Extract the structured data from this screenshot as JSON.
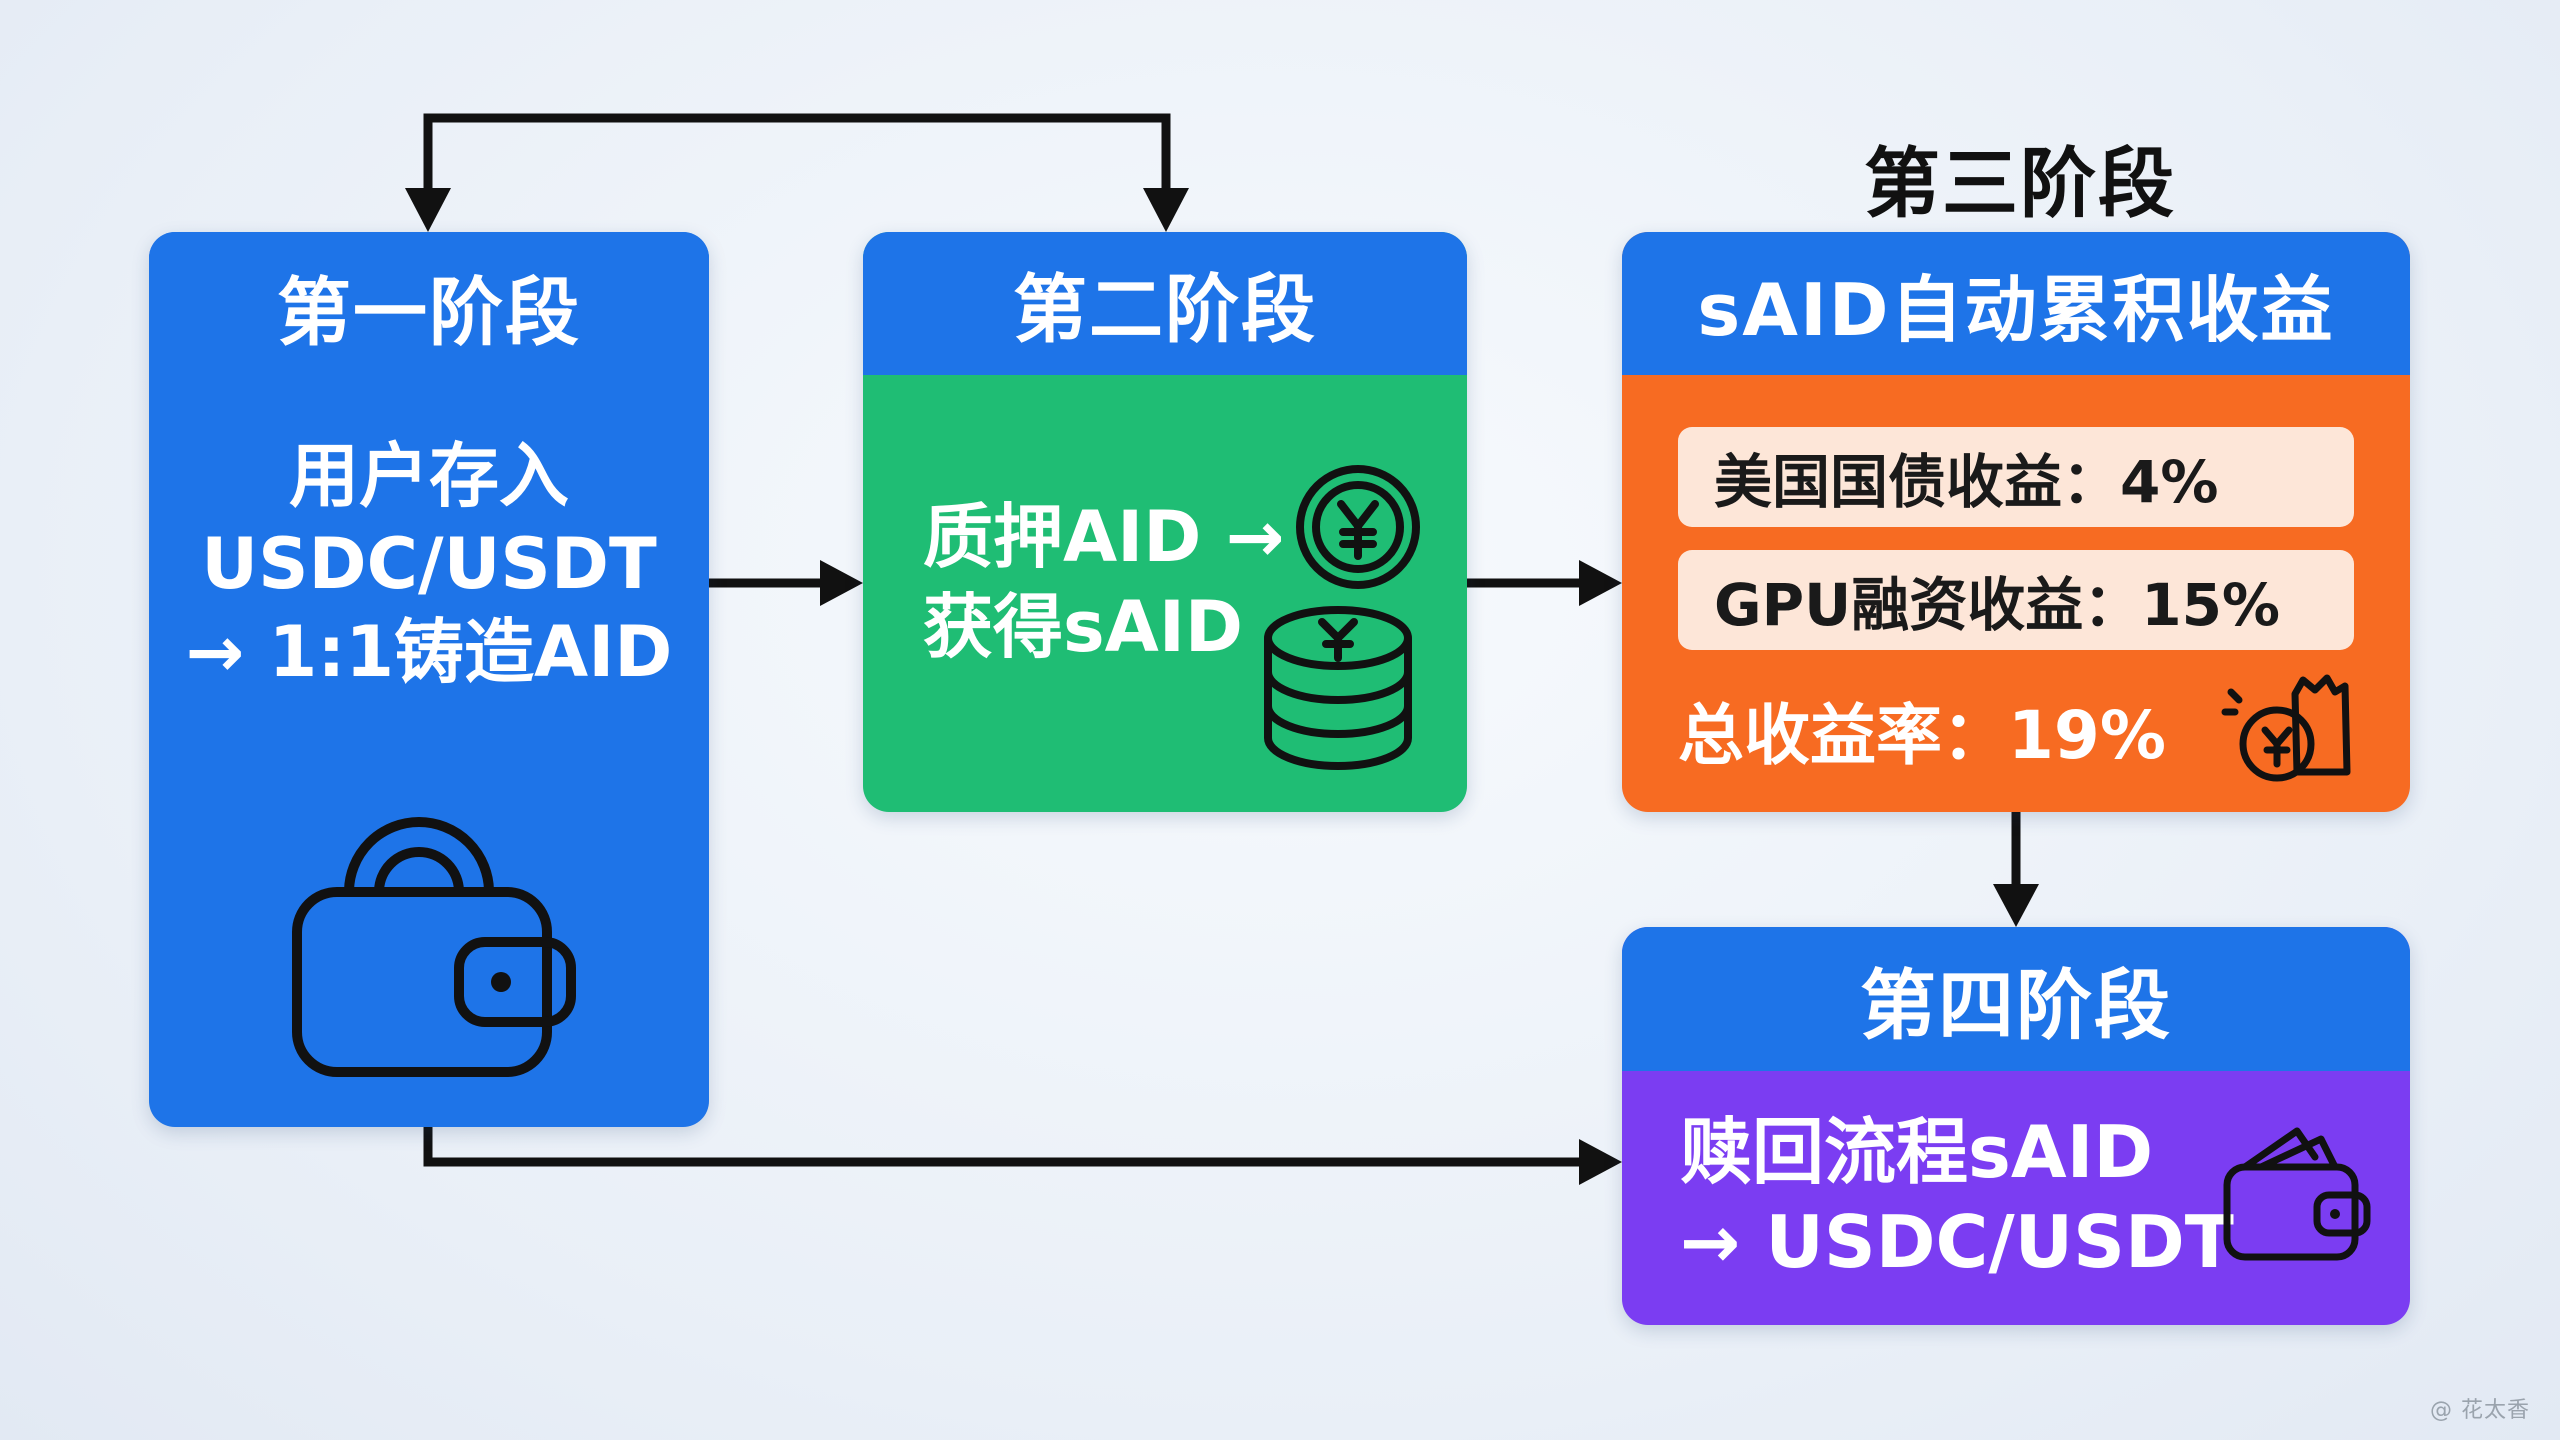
{
  "colors": {
    "header_blue": "#1e74e8",
    "stage1_blue": "#1e74e8",
    "stage2_green": "#1fbd74",
    "stage3_orange": "#f76b22",
    "stage4_purple": "#7b3df2",
    "pill_bg": "#fde6d8",
    "arrow": "#111111"
  },
  "stage1": {
    "title": "第一阶段",
    "lines": [
      "用户存入",
      "USDC/USDT",
      "→ 1:1铸造AID"
    ],
    "icon": "wallet-lock-icon"
  },
  "stage2": {
    "title": "第二阶段",
    "lines": [
      "质押AID →",
      "获得sAID"
    ],
    "icons": [
      "yen-coin-icon",
      "yen-coin-stack-icon"
    ]
  },
  "stage3": {
    "label": "第三阶段",
    "title": "sAID自动累积收益",
    "items": [
      "美国国债收益：4%",
      "GPU融资收益：15%"
    ],
    "total": "总收益率：19%",
    "icon": "money-bag-coin-icon"
  },
  "stage4": {
    "title": "第四阶段",
    "lines": [
      "赎回流程sAID",
      "→ USDC/USDT"
    ],
    "icon": "wallet-icon"
  },
  "watermark": "@ 花太香"
}
